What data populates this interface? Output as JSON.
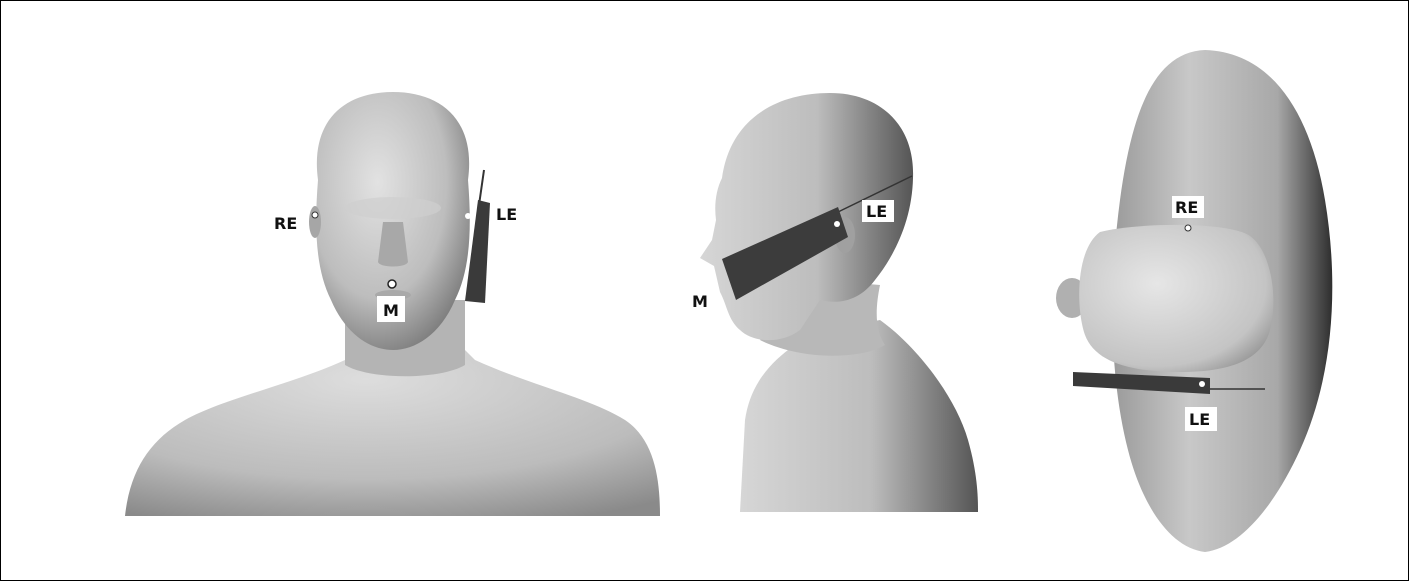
{
  "labels": {
    "front": {
      "right_ear": "RE",
      "left_ear": "LE",
      "mouth": "M"
    },
    "side": {
      "left_ear": "LE",
      "mouth": "M"
    },
    "top": {
      "right_ear": "RE",
      "left_ear": "LE"
    }
  }
}
